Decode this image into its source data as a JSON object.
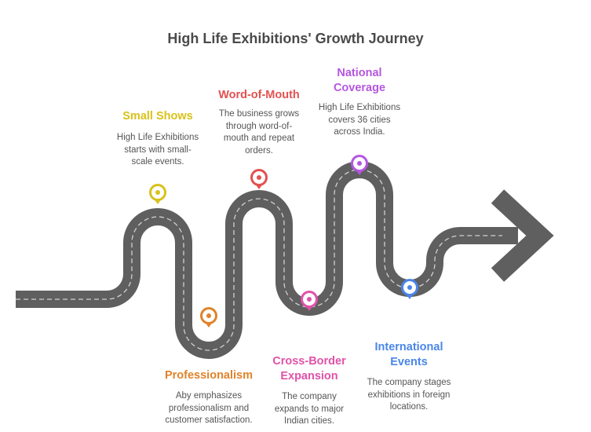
{
  "title": "High Life Exhibitions' Growth Journey",
  "milestones": [
    {
      "title": "Small Shows",
      "desc": "High Life Exhibitions starts with small-scale events.",
      "color": "#d9c21a"
    },
    {
      "title": "Professionalism",
      "desc": "Aby emphasizes professionalism and customer satisfaction.",
      "color": "#e0832a"
    },
    {
      "title": "Word-of-Mouth",
      "desc": "The business grows through word-of-mouth and repeat orders.",
      "color": "#e45050"
    },
    {
      "title": "Cross-Border Expansion",
      "desc": "The company expands to major Indian cities.",
      "color": "#e052a8"
    },
    {
      "title": "National Coverage",
      "desc": "High Life Exhibitions covers 36 cities across India.",
      "color": "#b556e0"
    },
    {
      "title": "International Events",
      "desc": "The company stages exhibitions in foreign locations.",
      "color": "#4a86e8"
    }
  ],
  "road_color": "#5f5f5f"
}
